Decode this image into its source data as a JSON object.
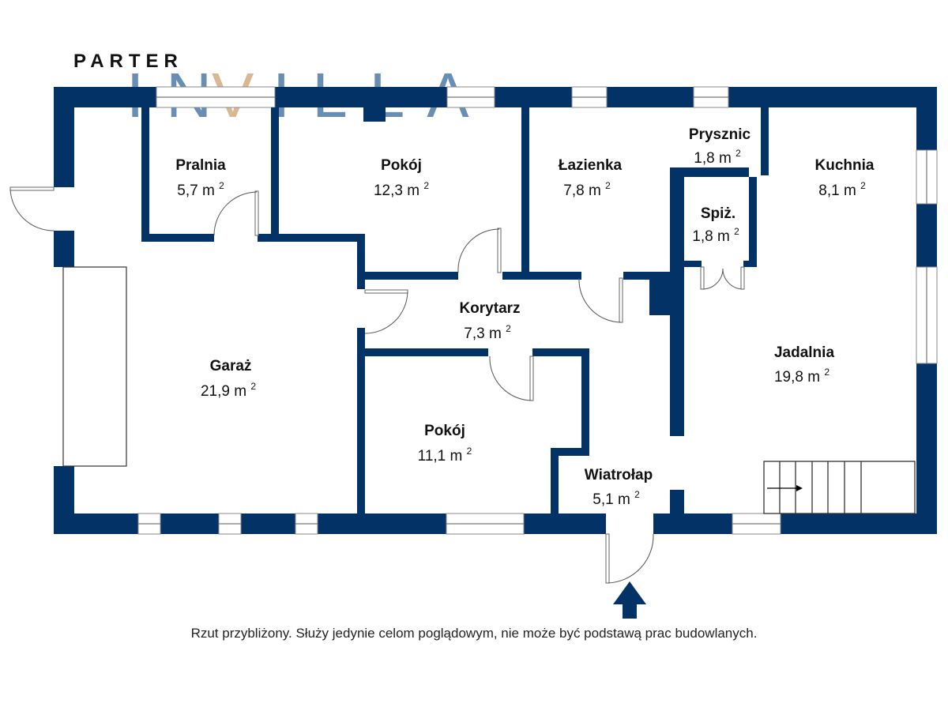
{
  "plan": {
    "title": "PARTER",
    "logo": {
      "text_before": "IN",
      "accent_letter": "V",
      "text_after": "ILLA",
      "primary_color": "#4f7aa6",
      "accent_color": "#d2aa80"
    },
    "wall_color": "#033366",
    "rooms": [
      {
        "id": "pralnia",
        "name": "Pralnia",
        "area": "5,7 m",
        "unit_sup": "2"
      },
      {
        "id": "pokoj-1",
        "name": "Pokój",
        "area": "12,3 m",
        "unit_sup": "2"
      },
      {
        "id": "lazienka",
        "name": "Łazienka",
        "area": "7,8 m",
        "unit_sup": "2"
      },
      {
        "id": "prysznic",
        "name": "Prysznic",
        "area": "1,8 m",
        "unit_sup": "2"
      },
      {
        "id": "kuchnia",
        "name": "Kuchnia",
        "area": "8,1 m",
        "unit_sup": "2"
      },
      {
        "id": "spiz",
        "name": "Spiż.",
        "area": "1,8 m",
        "unit_sup": "2"
      },
      {
        "id": "korytarz",
        "name": "Korytarz",
        "area": "7,3 m",
        "unit_sup": "2"
      },
      {
        "id": "jadalnia",
        "name": "Jadalnia",
        "area": "19,8 m",
        "unit_sup": "2"
      },
      {
        "id": "garaz",
        "name": "Garaż",
        "area": "21,9 m",
        "unit_sup": "2"
      },
      {
        "id": "pokoj-2",
        "name": "Pokój",
        "area": "11,1 m",
        "unit_sup": "2"
      },
      {
        "id": "wiatrolap",
        "name": "Wiatrołap",
        "area": "5,1 m",
        "unit_sup": "2"
      }
    ],
    "entrance_icon": "entrance-arrow-up-icon",
    "stairs_icon": "stairs-direction-arrow-icon",
    "disclaimer": "Rzut przybliżony. Służy jedynie celom poglądowym, nie może być podstawą prac budowlanych."
  }
}
